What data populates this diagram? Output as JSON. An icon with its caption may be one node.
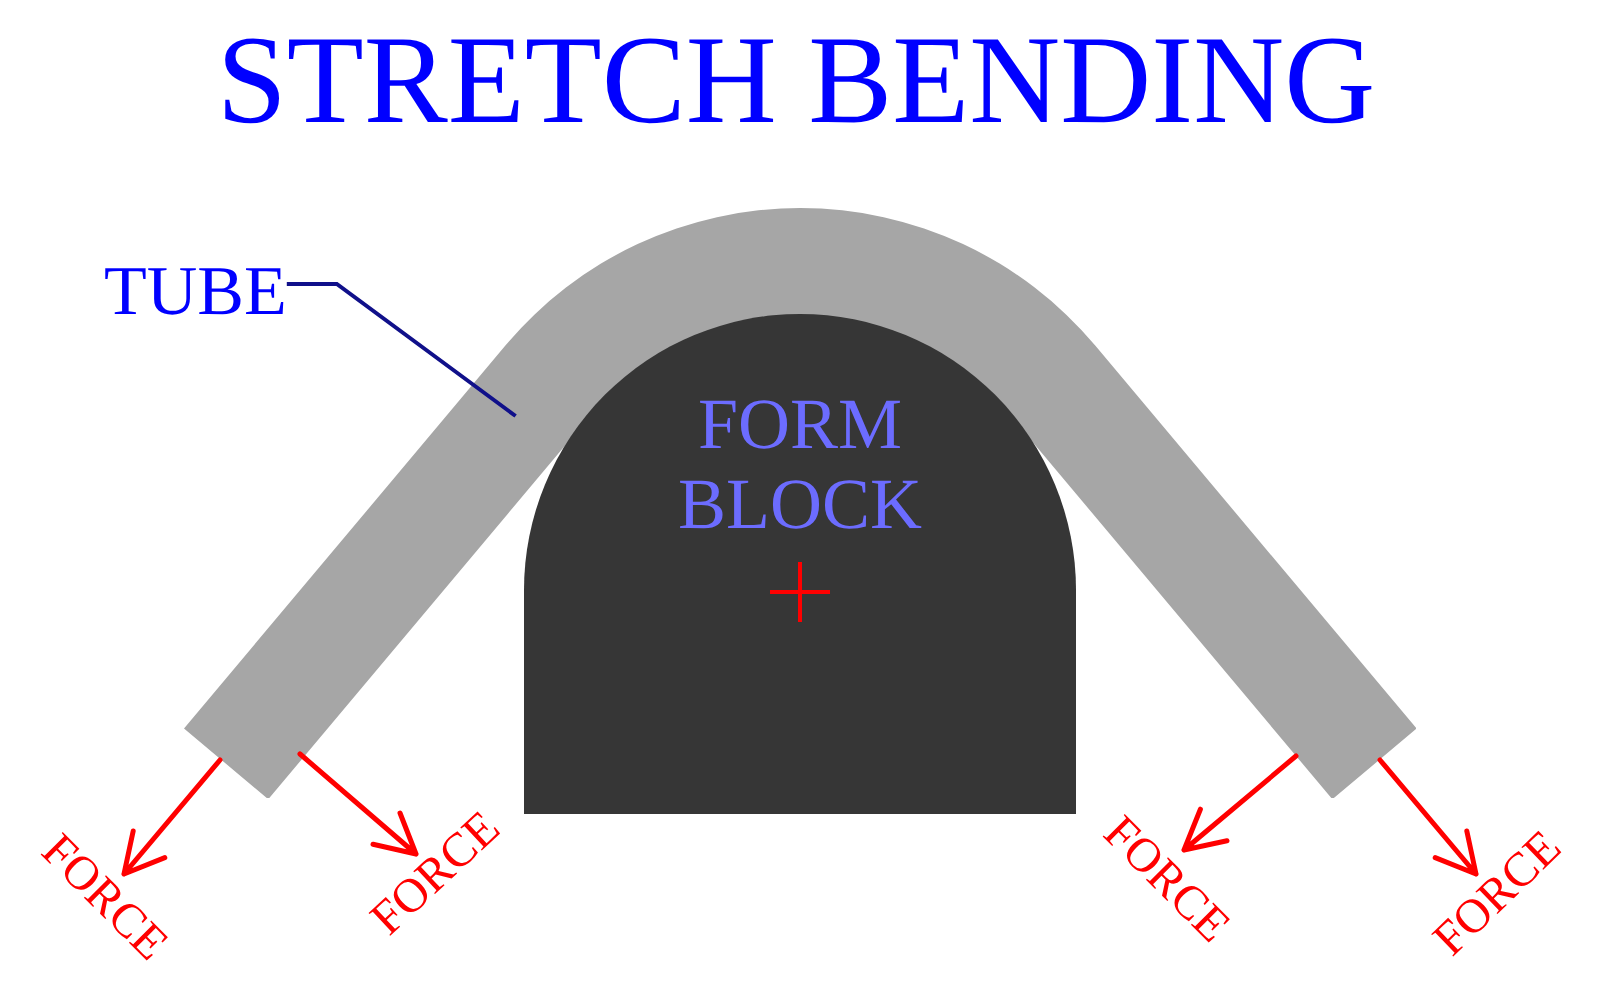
{
  "diagram": {
    "title": "STRETCH BENDING",
    "nodes": [
      {
        "text": [
          "TUBE"
        ]
      },
      {
        "text": [],
        "shape": "bar"
      },
      {
        "text": [
          "FORM BLOCK"
        ]
      }
    ],
    "edges": [
      {
        "from": 0,
        "to": 1,
        "arrow": "none"
      }
    ],
    "labels": [
      "FORCE",
      "FORCE",
      "FORCE",
      "FORCE"
    ]
  }
}
